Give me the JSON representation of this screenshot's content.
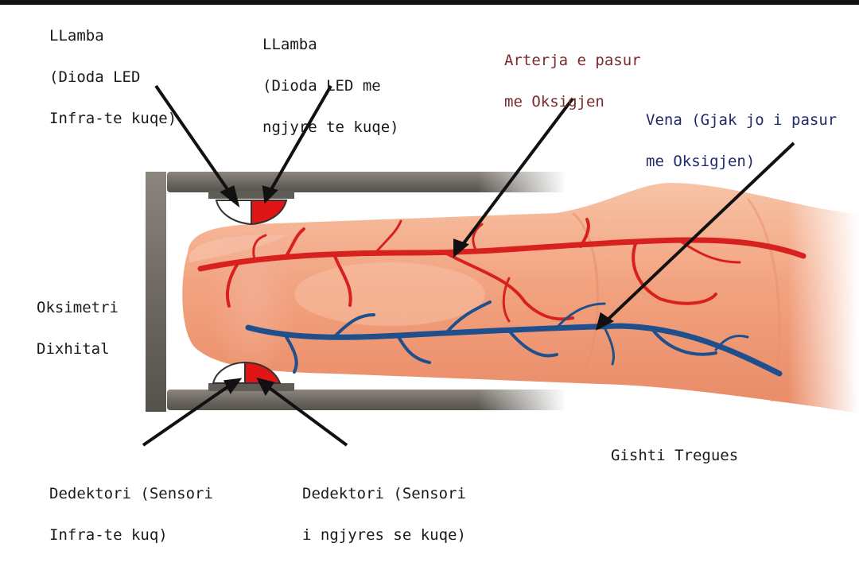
{
  "labels": {
    "ir_lamp": [
      "LLamba",
      "(Dioda LED",
      "Infra-te kuqe)"
    ],
    "red_lamp": [
      "LLamba",
      "(Dioda LED me",
      "ngjyre te kuqe)"
    ],
    "artery": [
      "Arterja e pasur",
      "me Oksigjen"
    ],
    "vein": [
      "Vena (Gjak jo i pasur",
      "me Oksigjen)"
    ],
    "oximeter": [
      "Oksimetri",
      "Dixhital"
    ],
    "finger": [
      "Gishti Tregues"
    ],
    "ir_detector": [
      "Dedektori (Sensori",
      "Infra-te kuq)"
    ],
    "red_detector": [
      "Dedektori (Sensori",
      "i ngjyres se kuqe)"
    ]
  },
  "colors": {
    "artery": "#d8211f",
    "vein": "#1f4f8c",
    "finger_skin": "#f2a27f",
    "clip_frame": "#6e6a63",
    "led_red": "#e01515",
    "arrow": "#111111",
    "artery_label": "#7a2a2a",
    "vein_label": "#1f2a6b"
  }
}
